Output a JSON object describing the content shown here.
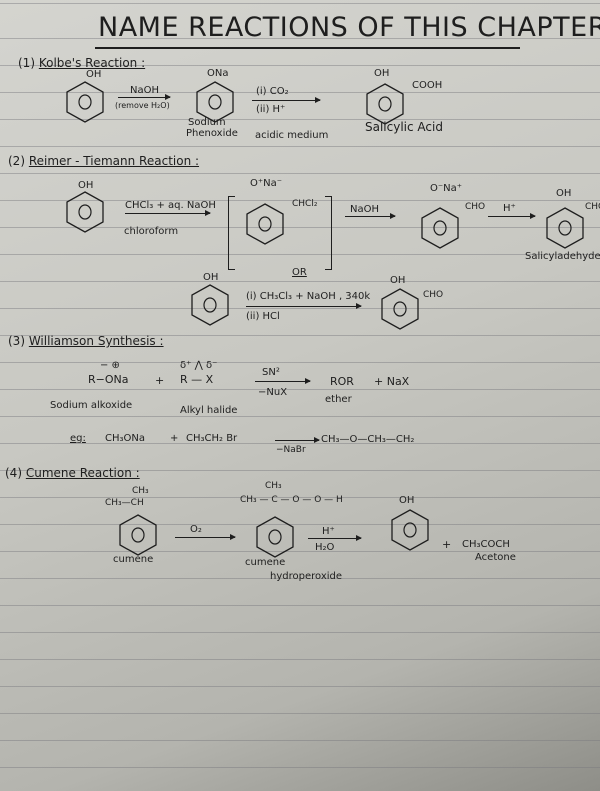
{
  "title": "NAME REACTIONS OF THIS CHAPTER",
  "kolbe": {
    "num": "(1)",
    "heading": "Kolbe's Reaction :",
    "oh": "OH",
    "reagent": "NaOH",
    "remove": "(remove H₂O)",
    "ona": "ONa",
    "sodium": "Sodium",
    "phenoxide": "Phenoxide",
    "step1": "(i) CO₂",
    "step2": "(ii) H⁺",
    "acidic": "acidic medium",
    "oh2": "OH",
    "cooh": "COOH",
    "product": "Salicylic Acid"
  },
  "reimer": {
    "num": "(2)",
    "heading": "Reimer - Tiemann Reaction :",
    "oh": "OH",
    "reagent": "CHCl₃ + aq. NaOH",
    "chloroform": "chloroform",
    "ona": "O⁺Na⁻",
    "chcl2": "CHCl₂",
    "naoh": "NaOH",
    "ona2": "O⁻Na⁺",
    "cho": "CHO",
    "h": "H⁺",
    "oh2": "OH",
    "cho2": "CHO",
    "product": "Salicyladehyde",
    "or": "OR",
    "oh3": "OH",
    "alt1": "(i) CH₃Cl₃ + NaOH , 340k",
    "alt2": "(ii) HCl",
    "oh4": "OH",
    "cho3": "CHO"
  },
  "williamson": {
    "num": "(3)",
    "heading": "Williamson Synthesis :",
    "charges": "−  ⊕",
    "reactant1": "R−ONa",
    "plus": "+",
    "delta": "δ⁺ ⋀ δ⁻",
    "reactant2": "R — X",
    "sn2": "SN²",
    "nux": "−NuX",
    "ror": "ROR",
    "nax": "+ NaX",
    "ether": "ether",
    "alkoxide": "Sodium alkoxide",
    "halide": "Alkyl halide",
    "eg": "eg:",
    "eg_r1": "CH₃ONa",
    "eg_plus": "+",
    "eg_r2": "CH₃CH₂ Br",
    "eg_nabr": "−NaBr",
    "eg_product": "CH₃—O—CH₃—CH₂"
  },
  "cumene": {
    "num": "(4)",
    "heading": "Cumene Reaction :",
    "ch3": "CH₃",
    "ch3ch": "CH₃—CH",
    "label": "cumene",
    "o2": "O₂",
    "ch3b": "CH₃",
    "hydro_chain": "CH₃ — C — O — O — H",
    "label2a": "cumene",
    "label2b": "hydroperoxide",
    "h": "H⁺",
    "h2o": "H₂O",
    "oh": "OH",
    "plus": "+",
    "acetone_formula": "CH₃COCH",
    "acetone": "Acetone"
  }
}
